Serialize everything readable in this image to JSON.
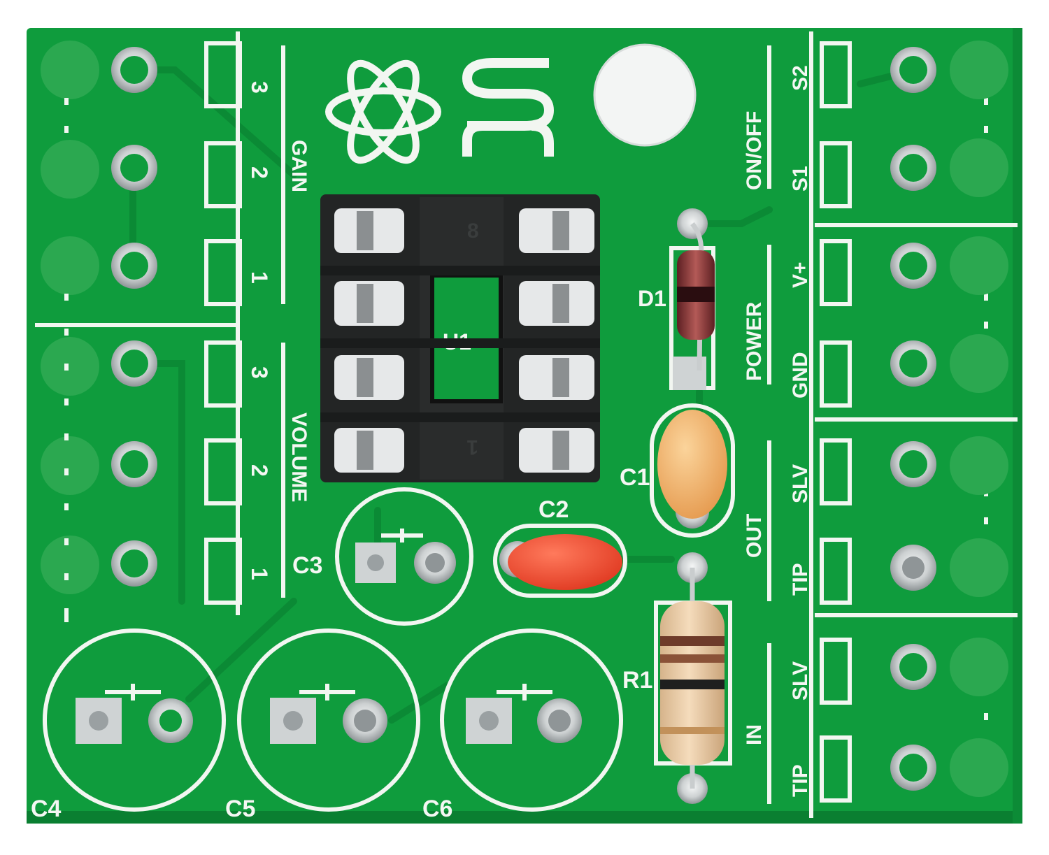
{
  "board": {
    "colors": {
      "pcb": "#0e9a3c",
      "pcb_dark": "#0b8a35",
      "silk": "#f2f6f1",
      "pad": "#cfd3d4",
      "socket": "#202222",
      "c1_body": "#f2b46e",
      "c2_body": "#f0543a",
      "resistor_body": "#e9caa4",
      "diode_body": "#8c3b3d"
    },
    "left_labels": {
      "gain": "GAIN",
      "volume": "VOLUME",
      "gain_pins": [
        "3",
        "2",
        "1"
      ],
      "volume_pins": [
        "3",
        "2",
        "1"
      ]
    },
    "right_labels": {
      "on_off": "ON/OFF",
      "s2": "S2",
      "s1": "S1",
      "power": "POWER",
      "v_plus": "V+",
      "gnd": "GND",
      "out": "OUT",
      "out_slv": "SLV",
      "out_tip": "TIP",
      "in": "IN",
      "in_slv": "SLV",
      "in_tip": "TIP"
    },
    "designators": {
      "u1": "U1",
      "d1": "D1",
      "c1": "C1",
      "c2": "C2",
      "c3": "C3",
      "c4": "C4",
      "c5": "C5",
      "c6": "C6",
      "r1": "R1",
      "socket_pin8": "8",
      "socket_pin1": "1"
    },
    "icons": [
      "atom-logo-icon",
      "sr-logo-icon"
    ]
  }
}
